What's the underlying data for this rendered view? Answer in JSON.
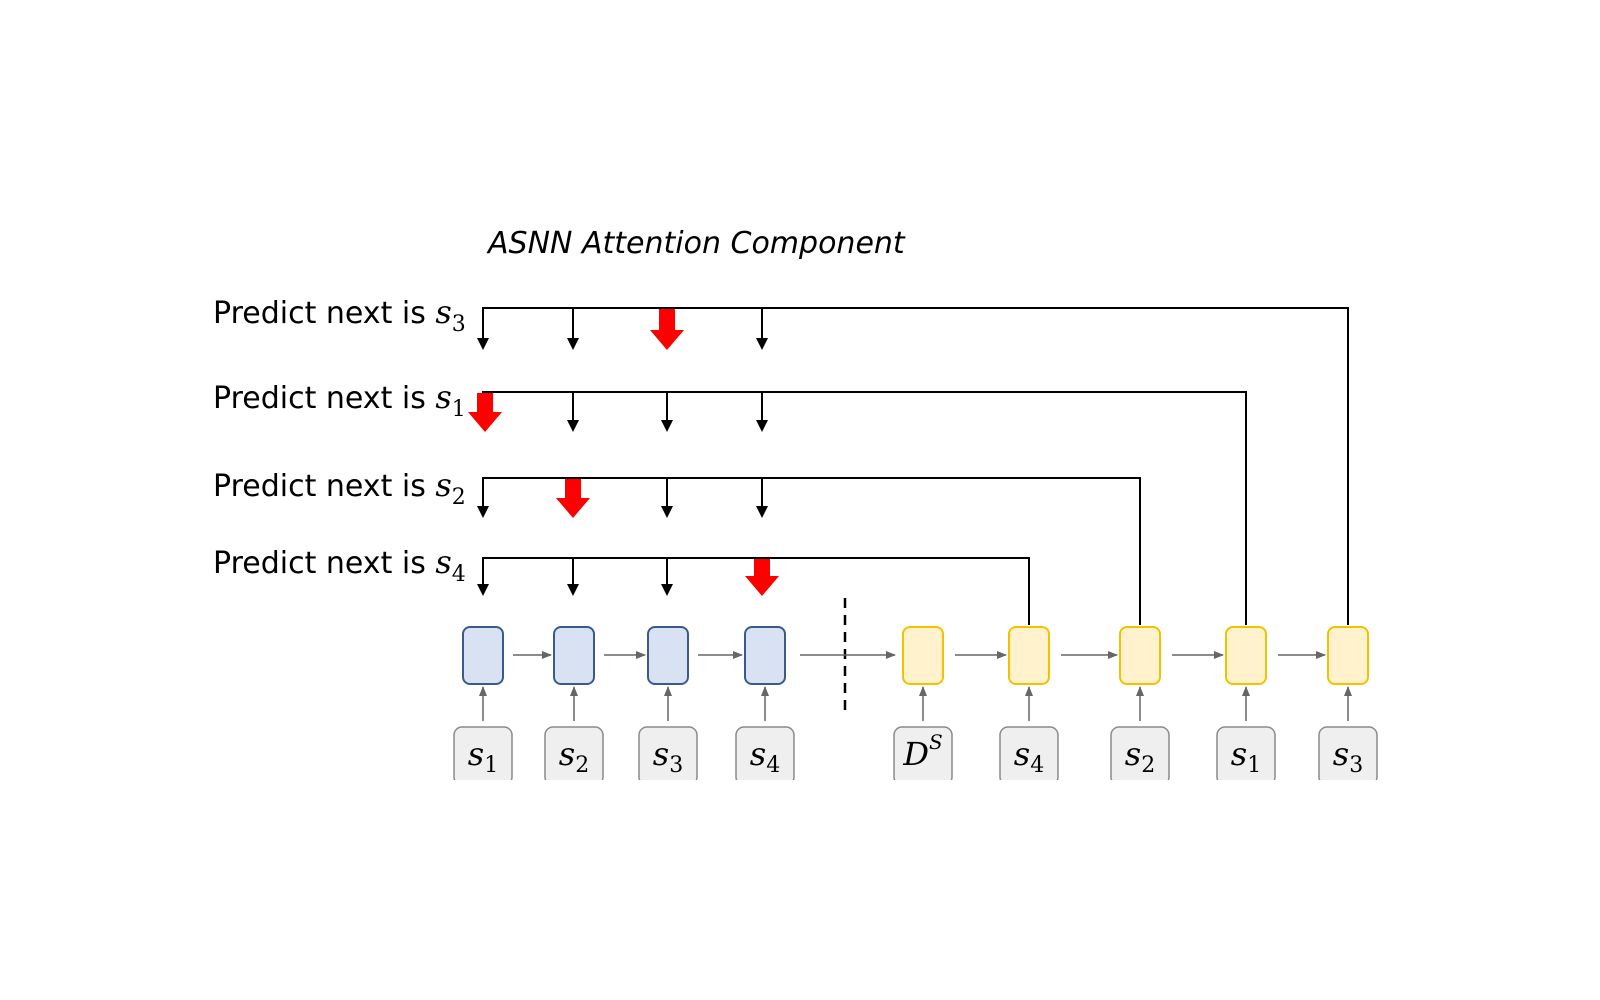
{
  "title": "ASNN Attention Component",
  "prediction_rows": [
    {
      "prefix": "Predict next is ",
      "var": "s",
      "sub": "3",
      "target": 8,
      "highlight": 2
    },
    {
      "prefix": "Predict next is ",
      "var": "s",
      "sub": "1",
      "target": 7,
      "highlight": 0
    },
    {
      "prefix": "Predict next is ",
      "var": "s",
      "sub": "2",
      "target": 6,
      "highlight": 1
    },
    {
      "prefix": "Predict next is ",
      "var": "s",
      "sub": "4",
      "target": 5,
      "highlight": 3
    }
  ],
  "encoder_inputs": [
    {
      "var": "s",
      "sub": "1"
    },
    {
      "var": "s",
      "sub": "2"
    },
    {
      "var": "s",
      "sub": "3"
    },
    {
      "var": "s",
      "sub": "4"
    }
  ],
  "decoder_inputs": [
    {
      "var": "D",
      "sup": "S"
    },
    {
      "var": "s",
      "sub": "4"
    },
    {
      "var": "s",
      "sub": "2"
    },
    {
      "var": "s",
      "sub": "1"
    },
    {
      "var": "s",
      "sub": "3"
    }
  ],
  "colors": {
    "encoder_fill": "#d9e2f3",
    "encoder_stroke": "#3b5a8c",
    "decoder_fill": "#fff2cc",
    "decoder_stroke": "#f2c200",
    "input_fill": "#efefef",
    "input_stroke": "#8a8a8a",
    "highlight_arrow": "#ff0000",
    "line": "#000000",
    "small_arrow": "#666666"
  }
}
